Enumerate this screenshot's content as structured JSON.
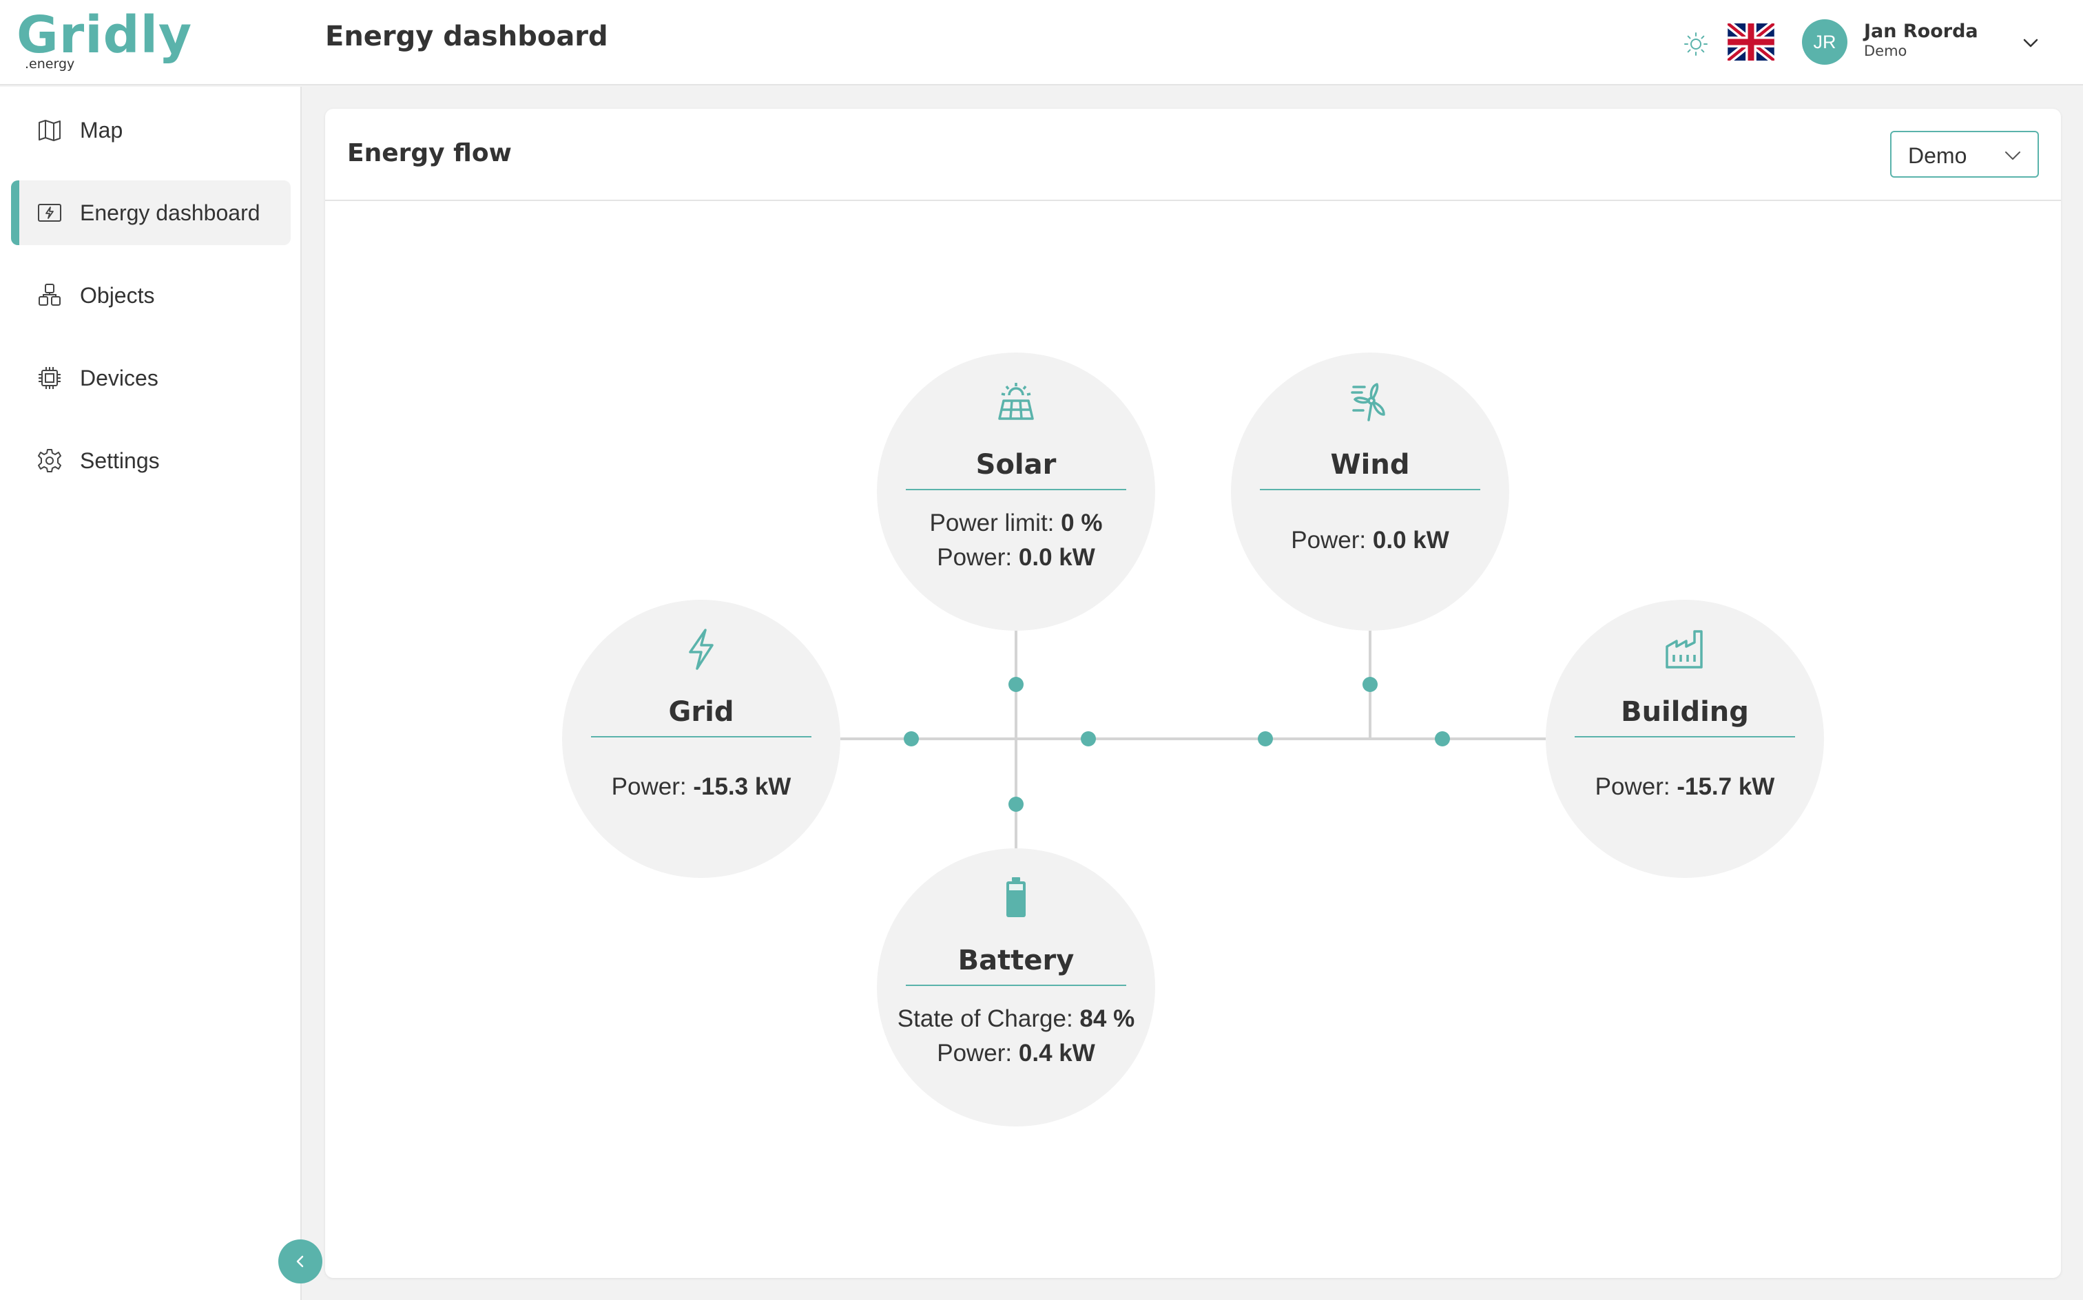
{
  "header": {
    "logo_text": "Gridly",
    "logo_subtext": ".energy",
    "page_title": "Energy dashboard",
    "user": {
      "initials": "JR",
      "name": "Jan Roorda",
      "role": "Demo"
    },
    "flag_icon": "uk-flag-icon",
    "theme_icon": "sun-icon",
    "menu_icon": "chevron-down-icon"
  },
  "sidebar": {
    "items": [
      {
        "label": "Map",
        "icon": "map-icon",
        "active": false
      },
      {
        "label": "Energy dashboard",
        "icon": "dashboard-icon",
        "active": true
      },
      {
        "label": "Objects",
        "icon": "objects-icon",
        "active": false
      },
      {
        "label": "Devices",
        "icon": "chip-icon",
        "active": false
      },
      {
        "label": "Settings",
        "icon": "gear-icon",
        "active": false
      }
    ],
    "collapse_icon": "chevron-left-icon"
  },
  "card": {
    "title": "Energy flow",
    "select_value": "Demo"
  },
  "flow": {
    "solar": {
      "title": "Solar",
      "icon": "solar-panel-icon",
      "limit_label": "Power limit:",
      "limit_value": "0 %",
      "power_label": "Power:",
      "power_value": "0.0 kW"
    },
    "wind": {
      "title": "Wind",
      "icon": "wind-turbine-icon",
      "power_label": "Power:",
      "power_value": "0.0 kW"
    },
    "grid": {
      "title": "Grid",
      "icon": "lightning-icon",
      "power_label": "Power:",
      "power_value": "-15.3 kW"
    },
    "building": {
      "title": "Building",
      "icon": "factory-icon",
      "power_label": "Power:",
      "power_value": "-15.7 kW"
    },
    "battery": {
      "title": "Battery",
      "icon": "battery-icon",
      "soc_label": "State of Charge:",
      "soc_value": "84 %",
      "power_label": "Power:",
      "power_value": "0.4 kW"
    }
  },
  "colors": {
    "accent": "#5ab3ab",
    "node_bg": "#f2f2f2",
    "line": "#d4d4d4"
  }
}
